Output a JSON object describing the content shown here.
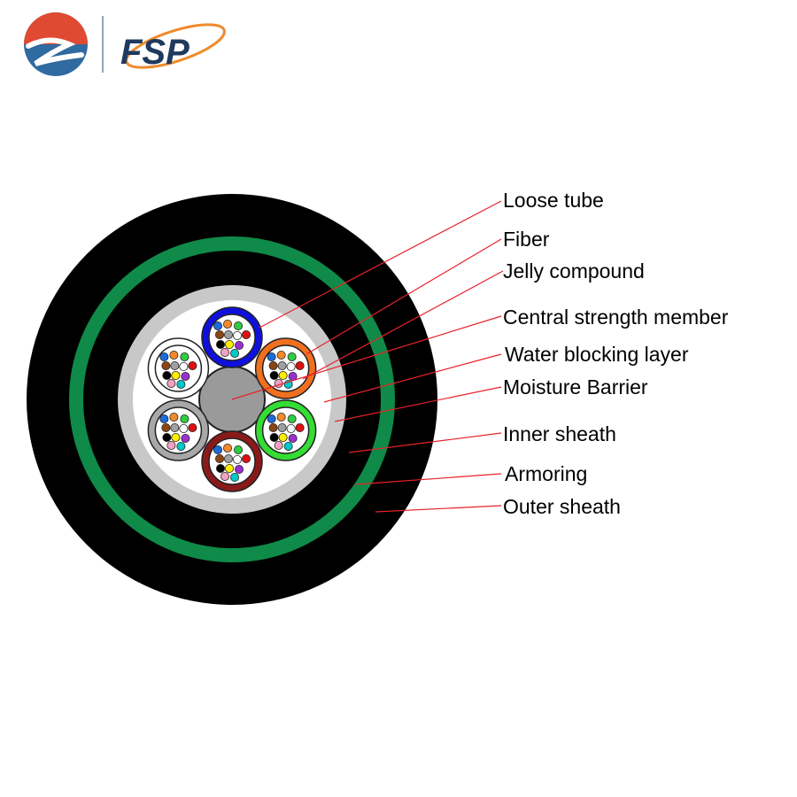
{
  "logo": {
    "text": "FSP",
    "colors": {
      "red": "#e04a33",
      "blue": "#2f6aa0",
      "navy": "#1f3a5f",
      "orange": "#f08a2c",
      "divider": "#9aa5b1"
    }
  },
  "labels": [
    {
      "id": "loose-tube",
      "text": "Loose tube"
    },
    {
      "id": "fiber",
      "text": "Fiber"
    },
    {
      "id": "jelly-compound",
      "text": "Jelly compound"
    },
    {
      "id": "central-strength-member",
      "text": "Central strength member"
    },
    {
      "id": "water-blocking-layer",
      "text": "Water blocking layer"
    },
    {
      "id": "moisture-barrier",
      "text": "Moisture Barrier"
    },
    {
      "id": "inner-sheath",
      "text": "Inner sheath"
    },
    {
      "id": "armoring",
      "text": "Armoring"
    },
    {
      "id": "outer-sheath",
      "text": "Outer sheath"
    }
  ],
  "colors": {
    "outer_sheath": "#000000",
    "armoring": "#0f8a48",
    "water_blocking": "#c8c8c8",
    "core_fill": "#ffffff",
    "central_member": "#9a9a9a",
    "leader_line": "#e8222a"
  },
  "loose_tubes": [
    {
      "color": "#1010dd"
    },
    {
      "color": "#f07020"
    },
    {
      "color": "#33dd33"
    },
    {
      "color": "#8a1a1a"
    },
    {
      "color": "#a8a8a8"
    },
    {
      "color": "#ffffff"
    }
  ],
  "fiber_colors": [
    "#1c6cd8",
    "#f08a2c",
    "#2ecc40",
    "#8b4513",
    "#a0a0a0",
    "#ffffff",
    "#e01010",
    "#000000",
    "#ffee00",
    "#9b30d0",
    "#f4a0c0",
    "#00c8c8"
  ]
}
